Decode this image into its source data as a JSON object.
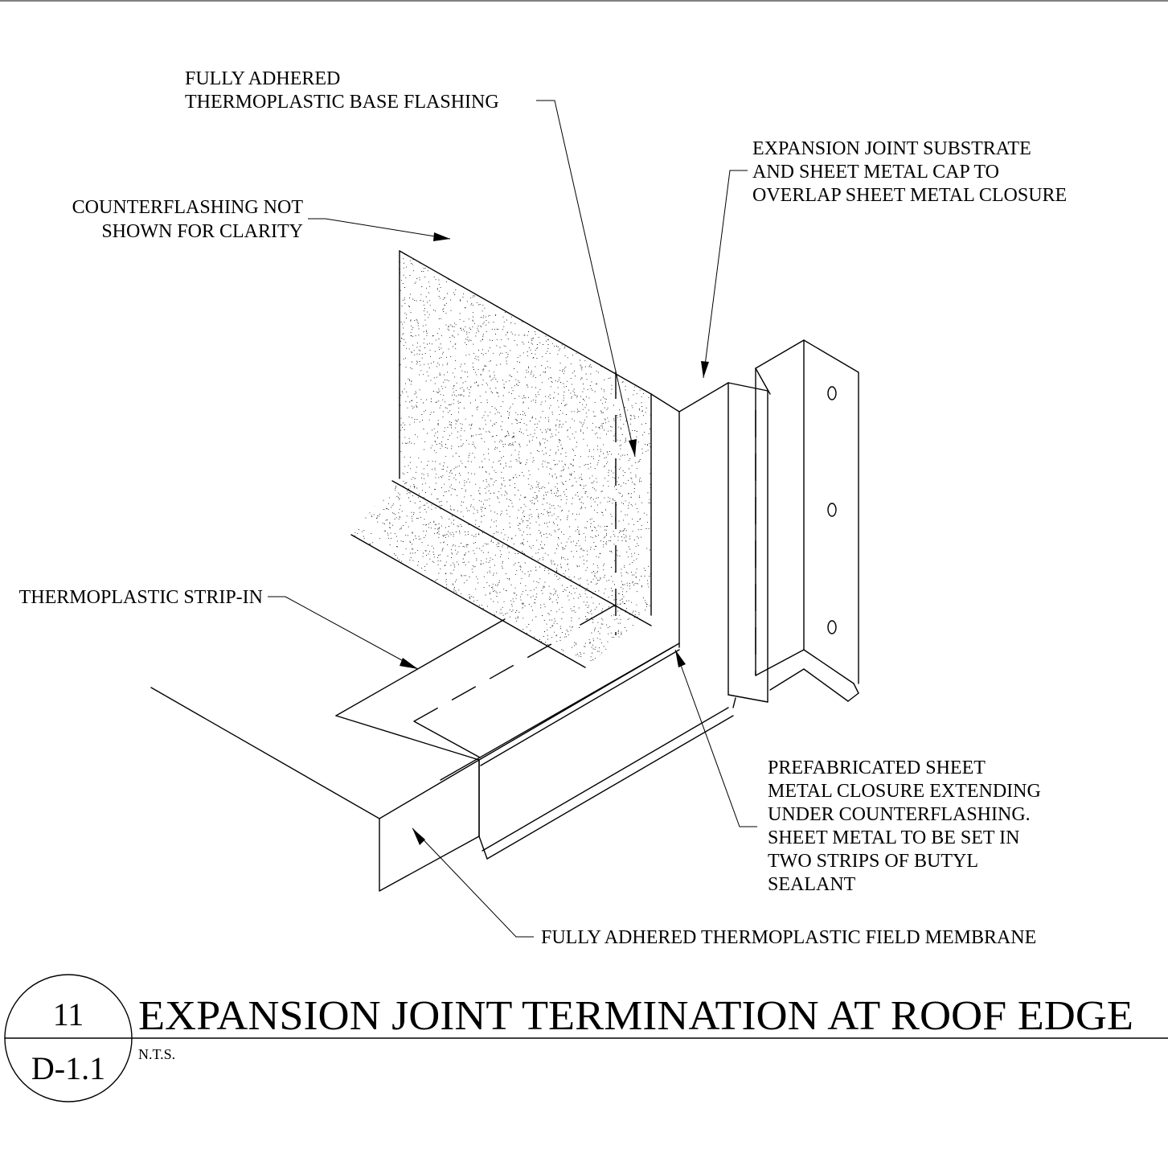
{
  "notes": {
    "base_flashing": [
      "FULLY ADHERED",
      "THERMOPLASTIC BASE FLASHING"
    ],
    "counterflashing": [
      "COUNTERFLASHING NOT",
      "SHOWN FOR CLARITY"
    ],
    "substrate_cap": [
      "EXPANSION JOINT SUBSTRATE",
      "AND SHEET METAL CAP TO",
      "OVERLAP SHEET METAL CLOSURE"
    ],
    "strip_in": "THERMOPLASTIC STRIP-IN",
    "closure": [
      "PREFABRICATED SHEET",
      "METAL CLOSURE EXTENDING",
      "UNDER COUNTERFLASHING.",
      "SHEET METAL TO BE SET IN",
      "TWO STRIPS OF BUTYL",
      "SEALANT"
    ],
    "field_membrane": "FULLY ADHERED THERMOPLASTIC FIELD MEMBRANE"
  },
  "title_block": {
    "detail_number": "11",
    "sheet_number": "D-1.1",
    "title": "EXPANSION JOINT TERMINATION AT ROOF EDGE",
    "scale": "N.T.S."
  },
  "colors": {
    "ink": "#000000",
    "paper": "#ffffff"
  }
}
